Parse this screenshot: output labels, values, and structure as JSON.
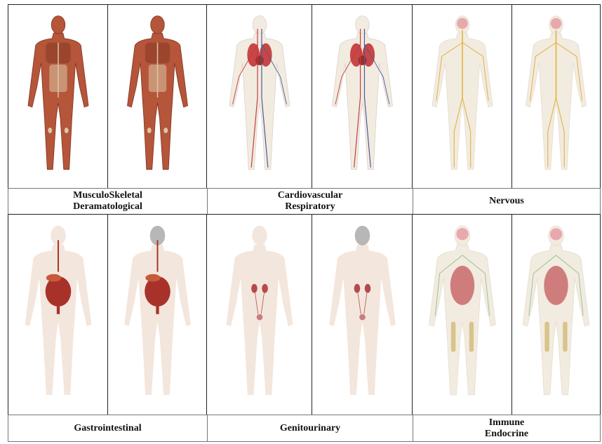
{
  "groups": [
    {
      "caption": "MusculoSkeletal\nDeramatological",
      "views": [
        "muscle-front",
        "muscle-back"
      ]
    },
    {
      "caption": "Cardiovascular\nRespiratory",
      "views": [
        "cardio-front",
        "cardio-back"
      ]
    },
    {
      "caption": "Nervous",
      "views": [
        "nerve-front",
        "nerve-back"
      ]
    },
    {
      "caption": "Gastrointestinal",
      "views": [
        "gi-front",
        "gi-back"
      ]
    },
    {
      "caption": "Genitourinary",
      "views": [
        "gu-front",
        "gu-back"
      ]
    },
    {
      "caption": "Immune\nEndocrine",
      "views": [
        "immune-front",
        "immune-back"
      ]
    }
  ],
  "colors": {
    "muscle": "#b5553a",
    "muscle_shadow": "#7d3422",
    "tendon": "#d9c9a6",
    "pale_body": "#f3e6dd",
    "pale_body_alt": "#f2ebe0",
    "heart_lung": "#c94646",
    "vessel_red": "#c23c3c",
    "vessel_blue": "#4a5a9a",
    "nerve": "#e0b33a",
    "brain": "#e7a9ad",
    "organ": "#a8322a",
    "kidney": "#b44a4a",
    "bone": "#d8c48a",
    "lymph": "#8fbf8a",
    "gray_head": "#b7b7b7"
  }
}
